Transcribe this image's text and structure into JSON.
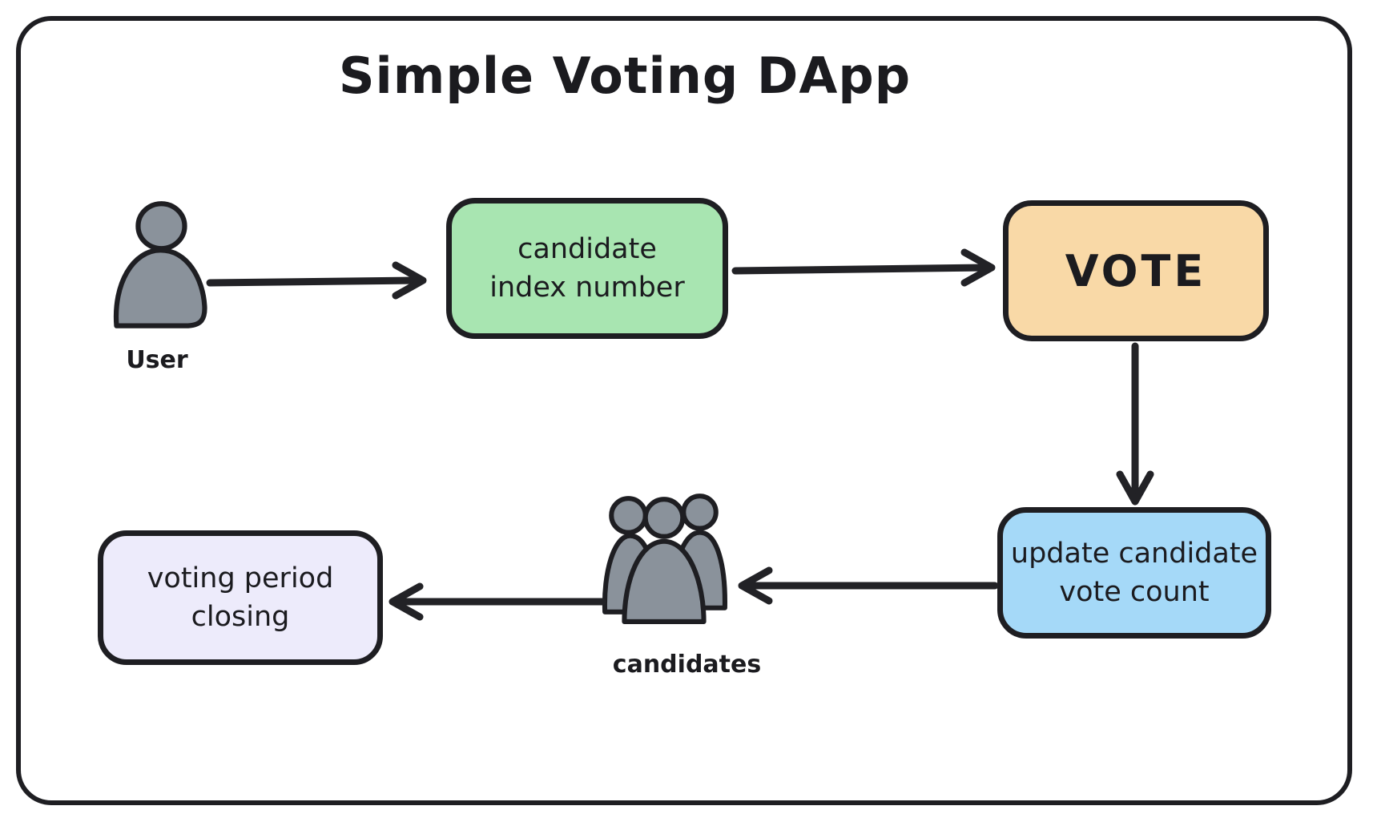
{
  "title": "Simple Voting DApp",
  "colors": {
    "background": "#ffffff",
    "stroke": "#1e1e22",
    "candidate_index_fill": "#a8e5b1",
    "vote_fill": "#f9d9a7",
    "update_count_fill": "#a5d9f8",
    "voting_period_fill": "#edebfb",
    "person_fill": "#8a929b"
  },
  "nodes": {
    "user": {
      "label": "User",
      "icon": "person-icon"
    },
    "candidate_index": {
      "lines": [
        "candidate",
        "index number"
      ]
    },
    "vote": {
      "label": "VOTE"
    },
    "update_count": {
      "lines": [
        "update candidate",
        "vote count"
      ]
    },
    "candidates": {
      "label": "candidates",
      "icon": "people-group-icon"
    },
    "voting_period": {
      "lines": [
        "voting period",
        "closing"
      ]
    }
  },
  "edges": [
    {
      "from": "user",
      "to": "candidate_index"
    },
    {
      "from": "candidate_index",
      "to": "vote"
    },
    {
      "from": "vote",
      "to": "update_count"
    },
    {
      "from": "update_count",
      "to": "candidates"
    },
    {
      "from": "candidates",
      "to": "voting_period"
    }
  ]
}
